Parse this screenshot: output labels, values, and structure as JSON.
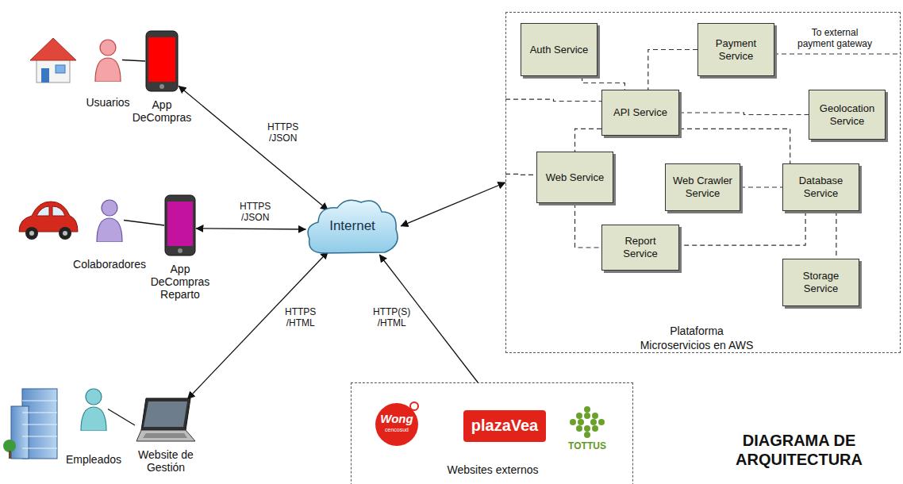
{
  "diagram": {
    "title": "DIAGRAMA DE ARQUITECTURA",
    "nodes": [
      {
        "text": [
          "Usuarios"
        ]
      },
      {
        "text": [
          "App DeCompras"
        ]
      },
      {
        "text": [
          "Colaboradores"
        ]
      },
      {
        "text": [
          "App DeCompras Reparto"
        ]
      },
      {
        "text": [
          "Empleados"
        ]
      },
      {
        "text": [
          "Website de Gestión"
        ]
      },
      {
        "text": [
          "Internet"
        ]
      },
      {
        "text": [
          "Plataforma Microservicios en AWS"
        ]
      },
      {
        "text": [
          "Auth Service"
        ],
        "in": 7
      },
      {
        "text": [
          "Payment Service"
        ],
        "in": 7
      },
      {
        "text": [
          "API Service"
        ],
        "in": 7
      },
      {
        "text": [
          "Geolocation Service"
        ],
        "in": 7
      },
      {
        "text": [
          "Web Service"
        ],
        "in": 7
      },
      {
        "text": [
          "Web Crawler Service"
        ],
        "in": 7
      },
      {
        "text": [
          "Database Service"
        ],
        "in": 7
      },
      {
        "text": [
          "Report Service"
        ],
        "in": 7
      },
      {
        "text": [
          "Storage Service"
        ],
        "in": 7
      },
      {
        "text": [
          "Websites externos"
        ]
      }
    ],
    "edges": [
      {
        "from": 0,
        "to": 1,
        "arrow": "none"
      },
      {
        "from": 2,
        "to": 3,
        "arrow": "none"
      },
      {
        "from": 4,
        "to": 5,
        "arrow": "none"
      },
      {
        "from": 1,
        "to": 6,
        "label": "HTTPS /JSON",
        "arrow": "both"
      },
      {
        "from": 3,
        "to": 6,
        "label": "HTTPS /JSON",
        "arrow": "both"
      },
      {
        "from": 5,
        "to": 6,
        "label": "HTTPS /HTML",
        "arrow": "both"
      },
      {
        "from": 17,
        "to": 6,
        "label": "HTTP(S) /HTML",
        "arrow": "to"
      },
      {
        "from": 6,
        "to": 7,
        "arrow": "both"
      },
      {
        "from": 8,
        "to": 10,
        "arrow": "none"
      },
      {
        "from": 9,
        "to": 10,
        "arrow": "none"
      },
      {
        "from": 10,
        "to": 11,
        "arrow": "none"
      },
      {
        "from": 10,
        "to": 12,
        "arrow": "none"
      },
      {
        "from": 7,
        "to": 10,
        "arrow": "none"
      },
      {
        "from": 7,
        "to": 12,
        "arrow": "none"
      },
      {
        "from": 10,
        "to": 14,
        "arrow": "none"
      },
      {
        "from": 13,
        "to": 14,
        "arrow": "none"
      },
      {
        "from": 12,
        "to": 15,
        "arrow": "none"
      },
      {
        "from": 14,
        "to": 15,
        "arrow": "none"
      },
      {
        "from": 14,
        "to": 16,
        "arrow": "none"
      }
    ],
    "labels": [
      "To external payment gateway",
      "Wong",
      "cencosud",
      "plazaVea",
      "TOTTUS"
    ]
  }
}
